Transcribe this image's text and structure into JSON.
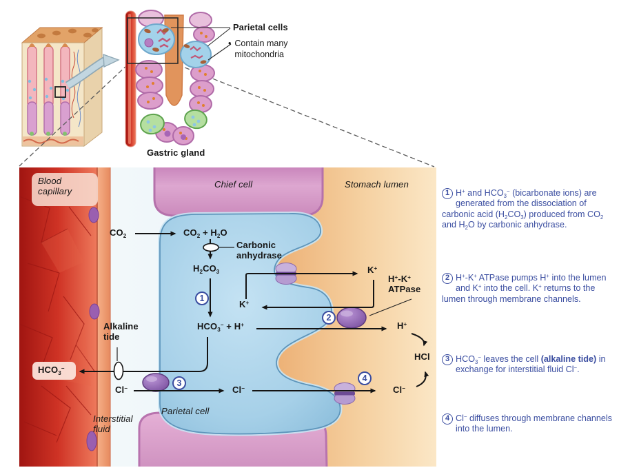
{
  "colors": {
    "legend_text": "#3a4da0",
    "label_text": "#161616",
    "parietal_cell_fill": "#a9d2e9",
    "chief_cell_fill": "#d79cc8",
    "lumen_fill": "#f2c28b",
    "capillary_fill": "#c5261f",
    "organelle_purple": "#8e5fae"
  },
  "header": {
    "parietal_cells": "Parietal cells",
    "bullet": "•",
    "mitochondria_note": "Contain many mitochondria",
    "gastric_gland": "Gastric gland"
  },
  "panel": {
    "labels": {
      "blood_capillary": "Blood\ncapillary",
      "chief_cell": "Chief cell",
      "stomach_lumen": "Stomach lumen",
      "interstitial_fluid": "Interstitial\nfluid",
      "parietal_cell": "Parietal cell",
      "alkaline_tide": "Alkaline\ntide",
      "carbonic_anhydrase": "Carbonic\nanhydrase"
    },
    "molecules": {
      "co2": "CO_2_",
      "co2_h2o": "CO_2_ + H_2_O",
      "h2co3": "H_2_CO_3_",
      "hco3_plus_h": "HCO_3_^−^ + H^+^",
      "hco3": "HCO_3_^−^",
      "cl": "Cl^−^",
      "k": "K^+^",
      "h": "H^+^",
      "hcl": "HCl",
      "hk_atpase": "H^+^-K^+^\nATPase"
    },
    "step_numbers": [
      "1",
      "2",
      "3",
      "4"
    ]
  },
  "legend": {
    "items": [
      {
        "num": "1",
        "text": "H^+^ and HCO_3_^−^ (bicarbonate ions) are generated from the dissociation of carbonic acid (H_2_CO_3_) produced from CO_2_ and H_2_O by carbonic anhydrase."
      },
      {
        "num": "2",
        "text": "H^+^-K^+^ ATPase pumps H^+^ into the lumen and K^+^ into the cell. K^+^ returns to the lumen through membrane channels."
      },
      {
        "num": "3",
        "text": "HCO_3_^−^ leaves the cell *(alkaline tide)* in exchange for interstitial fluid Cl^−^."
      },
      {
        "num": "4",
        "text": "Cl^−^ diffuses through membrane channels into the lumen."
      }
    ]
  }
}
